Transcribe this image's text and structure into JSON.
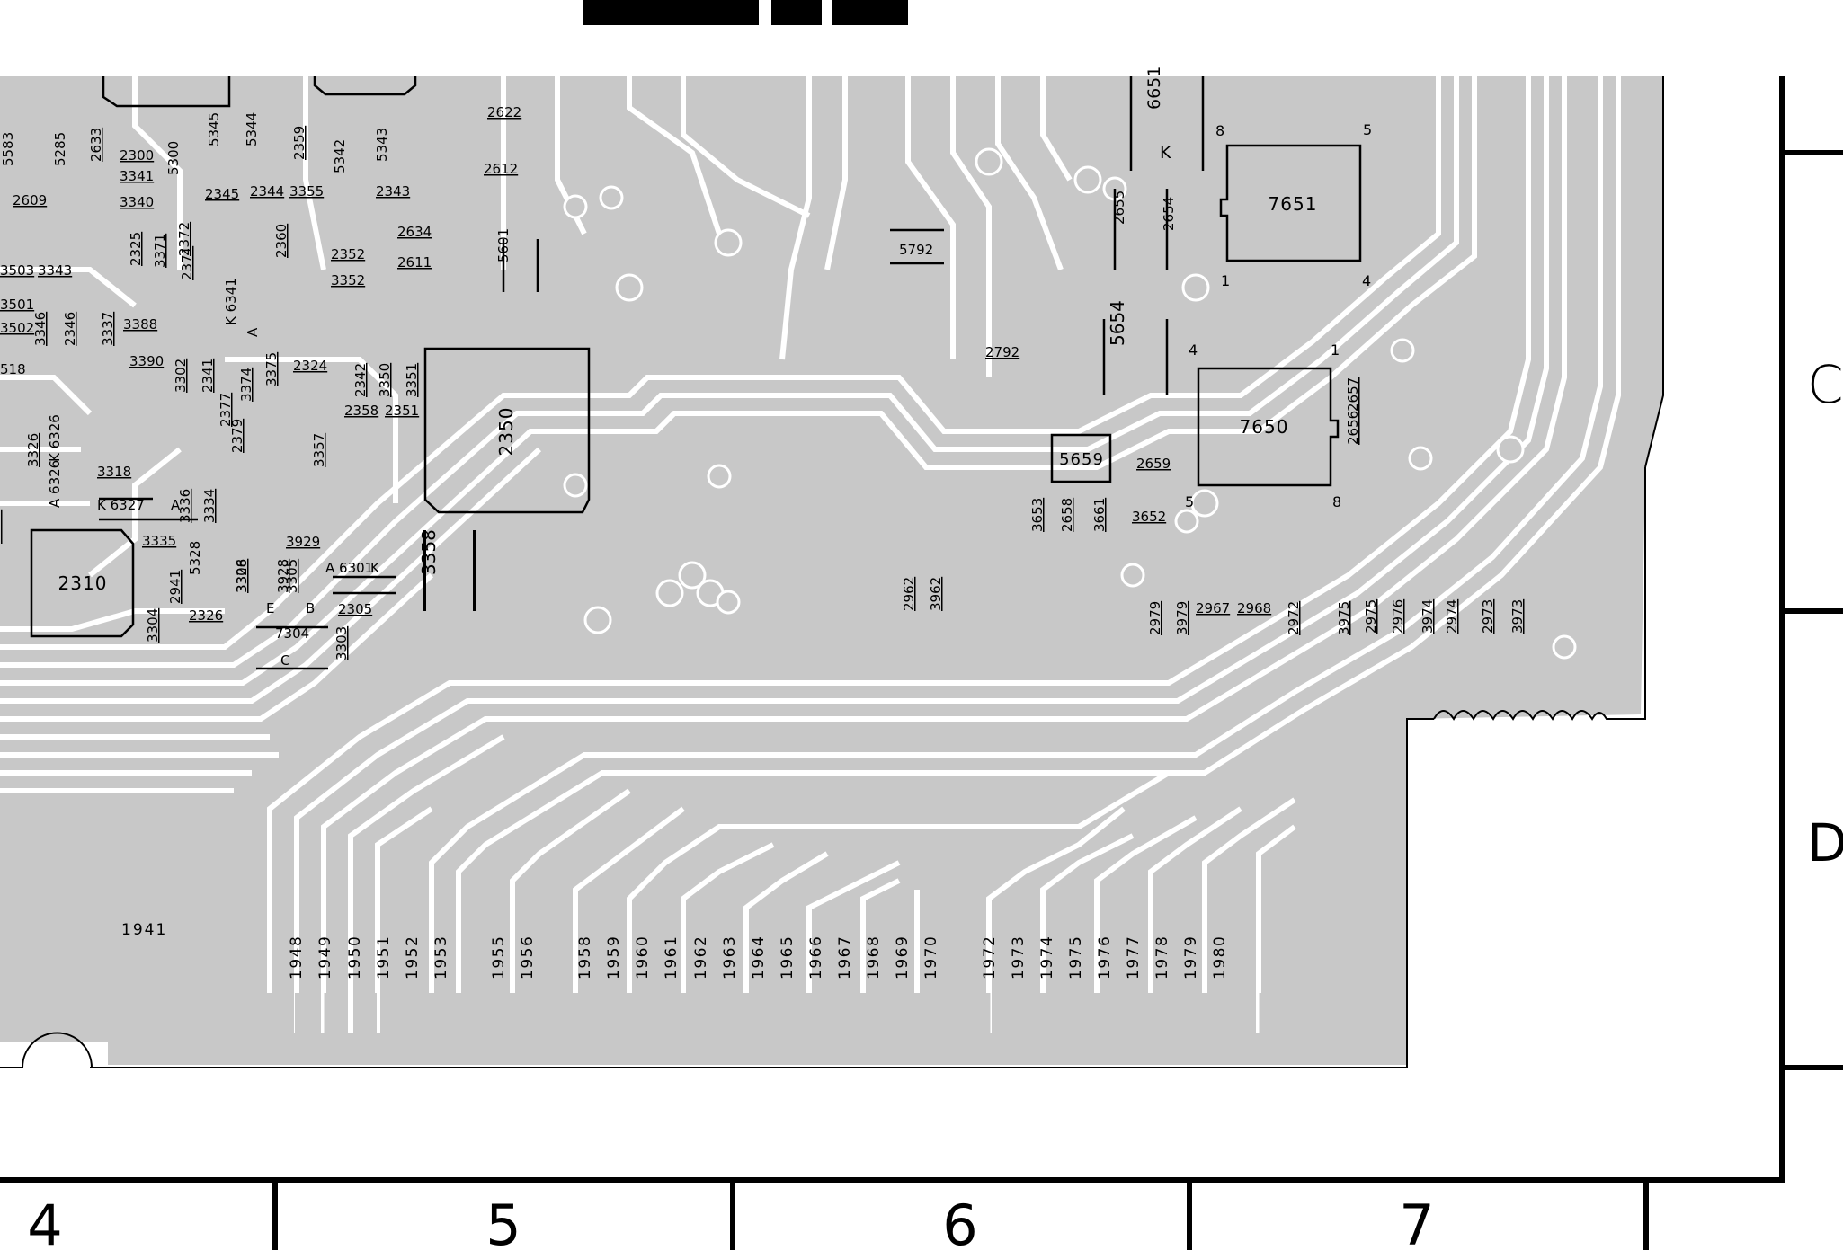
{
  "title_bar": [
    "",
    "",
    ""
  ],
  "row_labels": [
    "C",
    "D"
  ],
  "column_labels": [
    "4",
    "5",
    "6",
    "7"
  ],
  "connector": {
    "name": "1941",
    "pins": [
      "1948",
      "1949",
      "1950",
      "1951",
      "1952",
      "1953",
      "1955",
      "1956",
      "1958",
      "1959",
      "1960",
      "1961",
      "1962",
      "1963",
      "1964",
      "1965",
      "1966",
      "1967",
      "1968",
      "1969",
      "1970",
      "1972",
      "1973",
      "1974",
      "1975",
      "1976",
      "1977",
      "1978",
      "1979",
      "1980"
    ]
  },
  "ic_outlines": [
    {
      "ref": "7651",
      "pins": [
        "8",
        "5",
        "1",
        "4"
      ]
    },
    {
      "ref": "7650",
      "pins": [
        "4",
        "1",
        "5",
        "8"
      ]
    },
    {
      "ref": "2350"
    },
    {
      "ref": "2310"
    },
    {
      "ref": "5659"
    }
  ],
  "h_labels": [
    "5583",
    "5285",
    "2633",
    "2300",
    "3341",
    "3340",
    "5300",
    "5345",
    "5344",
    "2359",
    "5342",
    "5343",
    "2609",
    "2345",
    "2344",
    "3355",
    "2343",
    "2622",
    "2612",
    "2634",
    "2611",
    "3503",
    "3343",
    "2352",
    "3352",
    "3501",
    "3502",
    "3388",
    "3390",
    "518",
    "2324",
    "2358",
    "2351",
    "3318",
    "3335",
    "3929",
    "2326",
    "2305",
    "7304",
    "5792",
    "2792",
    "2659",
    "3652",
    "2967",
    "2968",
    "6651",
    "K",
    "2655",
    "2654",
    "5654",
    "3326",
    "K 6326",
    "A 6326",
    "K 6327",
    "A",
    "3324",
    "5328",
    "A 6301",
    "K",
    "E",
    "B",
    "C",
    "K 6341",
    "A",
    "3358",
    "5601"
  ],
  "v_labels": [
    "2325",
    "3371",
    "2372",
    "2371",
    "2360",
    "3346",
    "2346",
    "3337",
    "3302",
    "2341",
    "3374",
    "3375",
    "2342",
    "3350",
    "3351",
    "2377",
    "2379",
    "3357",
    "3336",
    "3334",
    "2941",
    "3328",
    "3306",
    "3928",
    "3305",
    "3304",
    "3303",
    "2962",
    "3962",
    "3653",
    "2658",
    "3661",
    "2657",
    "2656",
    "2979",
    "3979",
    "2972",
    "3975",
    "2975",
    "2976",
    "3974",
    "2974",
    "2973",
    "3973"
  ]
}
